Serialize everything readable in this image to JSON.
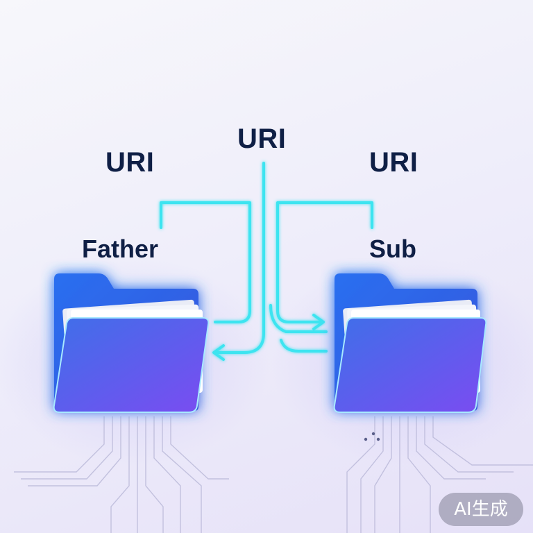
{
  "labels": {
    "uri_center": "URI",
    "uri_left": "URI",
    "uri_right": "URI",
    "father": "Father",
    "sub": "Sub"
  },
  "badge": {
    "text": "AI生成"
  },
  "colors": {
    "connector": "#3ee4f0",
    "folder_back": "#2f63e6",
    "folder_front_start": "#3e6ae8",
    "folder_front_end": "#7a4cf0",
    "label_text": "#0f1f45",
    "glow": "#8fe8ff"
  },
  "icons": [
    "folder-icon",
    "document-stack-icon",
    "arrow-right-icon",
    "arrow-left-icon",
    "circuit-traces"
  ]
}
